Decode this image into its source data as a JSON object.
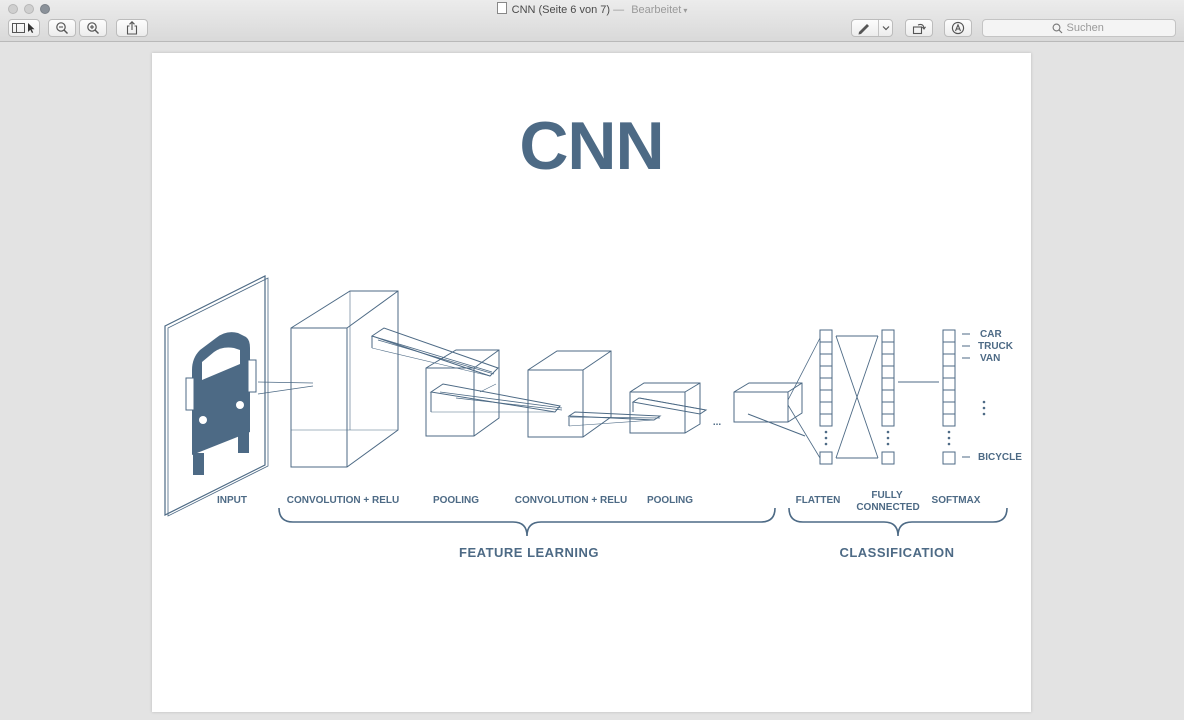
{
  "window": {
    "title": "CNN (Seite 6 von 7)",
    "title_separator": "—",
    "edited_label": "Bearbeitet"
  },
  "toolbar": {
    "search_placeholder": "Suchen",
    "icons": [
      "sidebar-icon",
      "zoom-out-icon",
      "zoom-in-icon",
      "share-icon",
      "markup-pen-icon",
      "chevron-down-icon",
      "rotate-icon",
      "annotate-icon",
      "search-icon"
    ]
  },
  "slide": {
    "title": "CNN",
    "title_color": "#4d6a85"
  },
  "diagram": {
    "accent_color": "#4d6a85",
    "layer_labels": {
      "input": "INPUT",
      "conv1": "CONVOLUTION + RELU",
      "pool1": "POOLING",
      "conv2": "CONVOLUTION + RELU",
      "pool2": "POOLING",
      "flatten": "FLATTEN",
      "fc_line1": "FULLY",
      "fc_line2": "CONNECTED",
      "softmax": "SOFTMAX"
    },
    "group_labels": {
      "feature_learning": "FEATURE LEARNING",
      "classification": "CLASSIFICATION"
    },
    "ellipsis": "...",
    "outputs": [
      "CAR",
      "TRUCK",
      "VAN",
      "BICYCLE"
    ]
  }
}
